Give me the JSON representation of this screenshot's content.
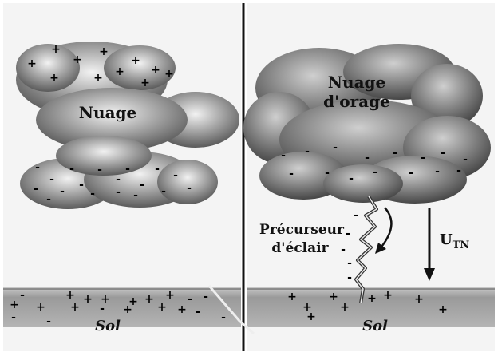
{
  "left_panel": {
    "cloud_label": "Nuage",
    "ground_label": "Sol"
  },
  "right_panel": {
    "cloud_label_line1": "Nuage",
    "cloud_label_line2": "d'orage",
    "precursor_line1": "Précurseur",
    "precursor_line2": "d'éclair",
    "voltage_main": "U",
    "voltage_sub": "TN",
    "ground_label": "Sol"
  },
  "symbols": {
    "plus": "+",
    "minus": "-"
  },
  "colors": {
    "ground": "#a8a8a8",
    "cloud_dark": "#6e6e6e",
    "cloud_light": "#d8d8d8",
    "divider": "#111111"
  }
}
